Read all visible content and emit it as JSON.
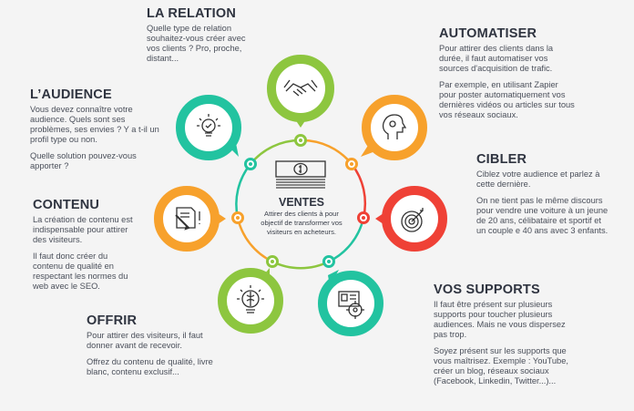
{
  "colors": {
    "green": "#8dc63f",
    "teal": "#22c3a0",
    "orange": "#f7a12c",
    "red": "#ef4136",
    "text": "#2f3440"
  },
  "center": {
    "title": "VENTES",
    "text": "Attirer des clients à pour objectif de transformer vos visiteurs en acheteurs.",
    "icon": "money-icon"
  },
  "sections": [
    {
      "id": "relation",
      "title": "LA RELATION",
      "paragraphs": [
        "Quelle type de relation souhaitez-vous créer avec vos clients ? Pro, proche, distant..."
      ],
      "icon": "handshake-icon",
      "color": "#8dc63f"
    },
    {
      "id": "audience",
      "title": "L’AUDIENCE",
      "paragraphs": [
        "Vous devez connaître votre audience. Quels sont ses problèmes, ses envies ? Y a t-il un profil type ou non.",
        "Quelle solution pouvez-vous apporter ?"
      ],
      "icon": "lightbulb-check-icon",
      "color": "#22c3a0"
    },
    {
      "id": "contenu",
      "title": "CONTENU",
      "paragraphs": [
        "La création de contenu est indispensable pour attirer des visiteurs.",
        "Il faut donc créer du contenu de qualité en respectant les normes du web avec le SEO."
      ],
      "icon": "document-pen-icon",
      "color": "#f7a12c"
    },
    {
      "id": "offrir",
      "title": "OFFRIR",
      "paragraphs": [
        "Pour attirer des visiteurs, il faut donner avant de recevoir.",
        "Offrez du contenu de qualité, livre blanc, contenu exclusif..."
      ],
      "icon": "lightbulb-brain-icon",
      "color": "#8dc63f"
    },
    {
      "id": "automatiser",
      "title": "AUTOMATISER",
      "paragraphs": [
        "Pour attirer des clients dans la durée, il faut automatiser vos sources d'acquisition de trafic.",
        "Par exemple, en utilisant Zapier pour poster automatiquement vos dernières vidéos ou articles sur tous vos réseaux sociaux."
      ],
      "icon": "head-gear-icon",
      "color": "#f7a12c"
    },
    {
      "id": "cibler",
      "title": "CIBLER",
      "paragraphs": [
        "Ciblez votre audience et parlez à cette dernière.",
        "On ne tient pas le même discours pour vendre une voiture à un jeune de 20 ans, célibataire et sportif et un couple e 40 ans avec 3 enfants."
      ],
      "icon": "target-icon",
      "color": "#ef4136"
    },
    {
      "id": "supports",
      "title": "VOS SUPPORTS",
      "paragraphs": [
        "Il faut être présent sur plusieurs supports pour toucher plusieurs audiences. Mais ne vous dispersez pas trop.",
        "Soyez présent sur les supports que vous maîtrisez. Exemple : YouTube, créer un blog, réseaux sociaux (Facebook, Linkedin, Twitter...)..."
      ],
      "icon": "profile-crosshair-icon",
      "color": "#22c3a0"
    }
  ]
}
